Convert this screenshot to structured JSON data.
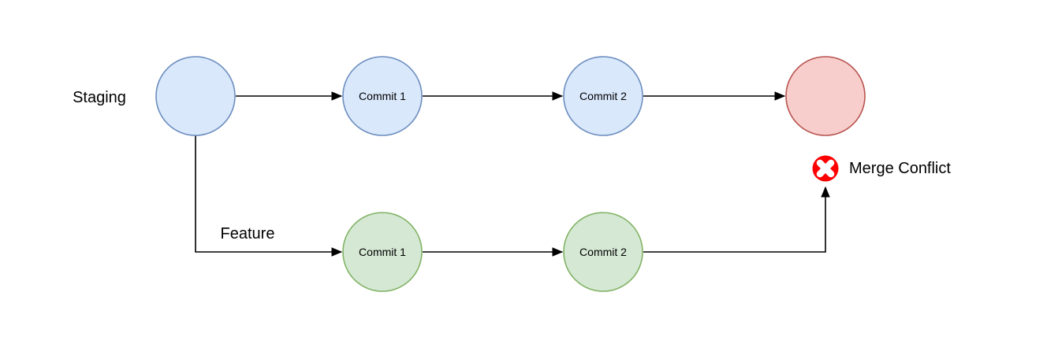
{
  "diagram": {
    "kind": "git-branch-merge-conflict-diagram",
    "branch_labels": {
      "staging": "Staging",
      "feature": "Feature"
    },
    "staging_nodes": [
      {
        "label": ""
      },
      {
        "label": "Commit 1"
      },
      {
        "label": "Commit 2"
      },
      {
        "label": ""
      }
    ],
    "feature_nodes": [
      {
        "label": "Commit 1"
      },
      {
        "label": "Commit 2"
      }
    ],
    "conflict": {
      "label": "Merge Conflict",
      "icon": "error-x-icon"
    },
    "colors": {
      "staging_node_fill": "#dae8fc",
      "staging_node_stroke": "#6c8ebf",
      "feature_node_fill": "#d5e8d4",
      "feature_node_stroke": "#82b366",
      "merge_node_fill": "#f8cecc",
      "merge_node_stroke": "#b85450",
      "error_icon": "#ff0000",
      "conflict_text": "#990000",
      "edge": "#000000"
    }
  }
}
